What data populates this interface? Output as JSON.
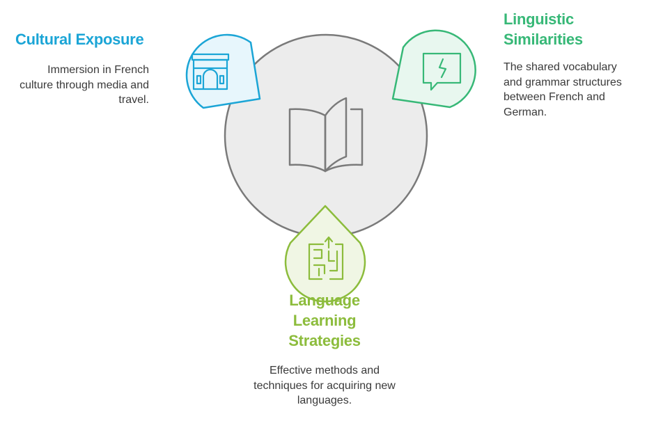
{
  "colors": {
    "cultural": "#1ba5d6",
    "linguistic": "#37b877",
    "strategies": "#8cbc3c",
    "center_fill": "#ececec",
    "center_stroke": "#7a7a7a",
    "description_text": "#3a3a3a"
  },
  "center": {
    "icon": "open-book-icon"
  },
  "nodes": {
    "cultural": {
      "title": "Cultural Exposure",
      "description": "Immersion in French culture through media and travel.",
      "icon": "arch-monument-icon"
    },
    "linguistic": {
      "title": "Linguistic Similarities",
      "description": "The shared vocabulary and grammar structures between French and German.",
      "icon": "speech-bubble-icon"
    },
    "strategies": {
      "title": "Language Learning Strategies",
      "description": "Effective methods and techniques for acquiring new languages.",
      "icon": "maze-icon"
    }
  }
}
